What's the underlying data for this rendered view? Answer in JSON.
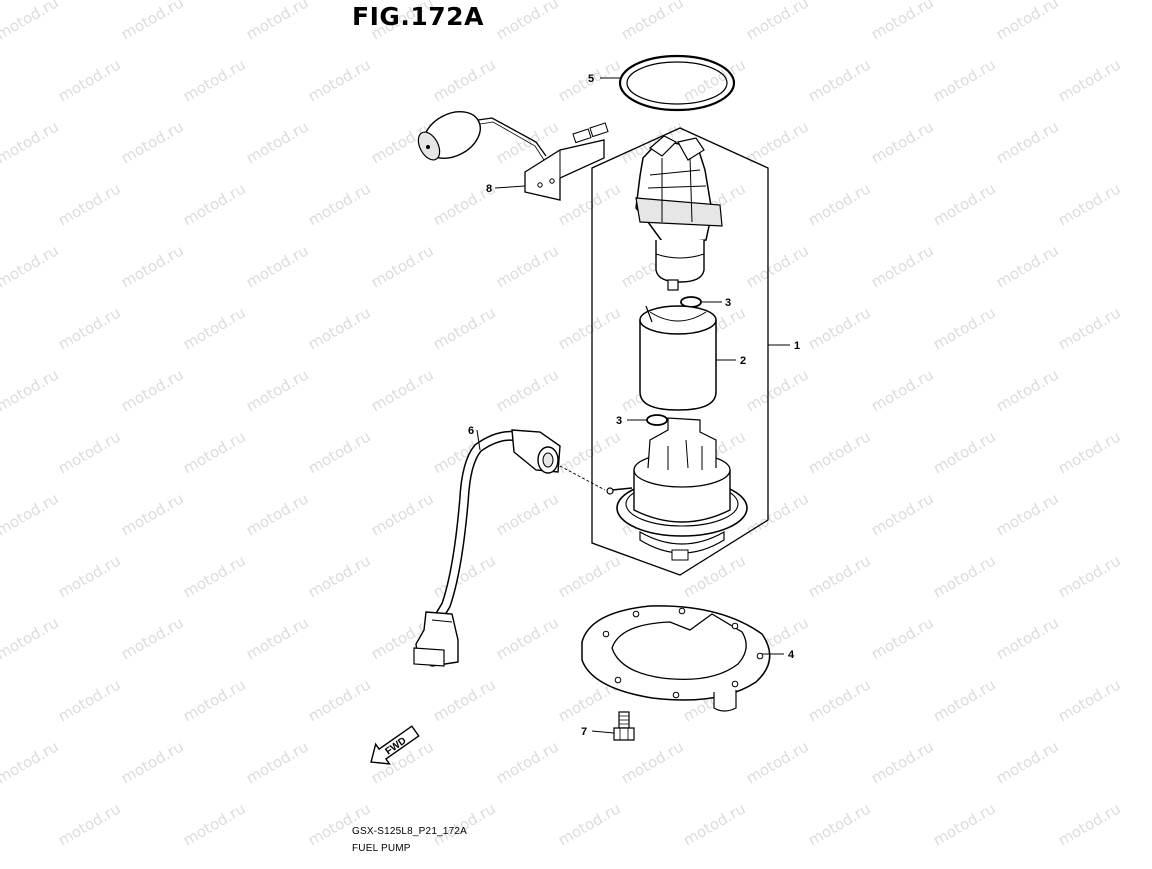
{
  "figure": {
    "title": "FIG.172A",
    "code": "GSX-S125L8_P21_172A",
    "name": "FUEL PUMP"
  },
  "watermark": {
    "text": "motod.ru",
    "color": "#dcdcdc"
  },
  "direction_label": "FWD",
  "callouts": {
    "n1": "1",
    "n2": "2",
    "n3a": "3",
    "n3b": "3",
    "n4": "4",
    "n5": "5",
    "n6": "6",
    "n7": "7",
    "n8": "8"
  },
  "colors": {
    "line": "#000000",
    "shade": "#d9d9d9",
    "background": "#ffffff"
  }
}
